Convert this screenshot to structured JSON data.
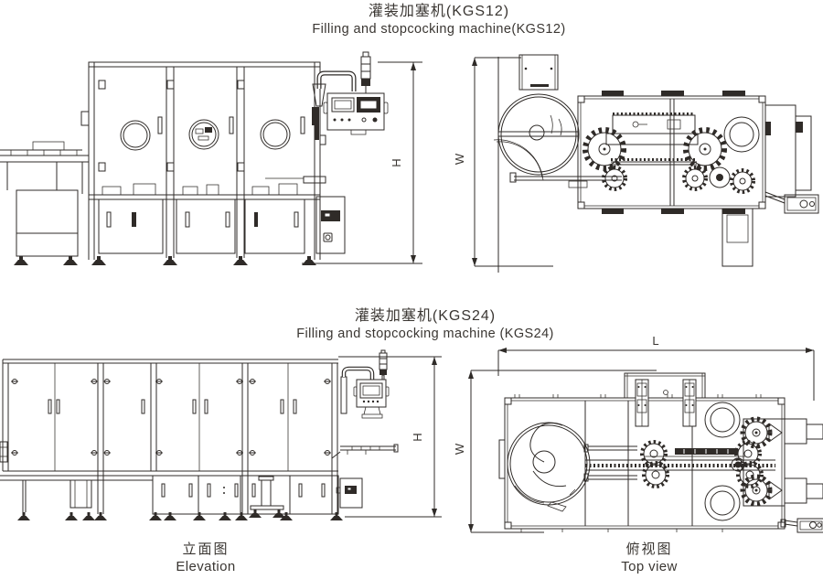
{
  "titles": {
    "kgs12": {
      "zh": "灌装加塞机(KGS12)",
      "en": "Filling and stopcocking machine(KGS12)"
    },
    "kgs24": {
      "zh": "灌装加塞机(KGS24)",
      "en": "Filling and stopcocking machine (KGS24)"
    }
  },
  "captions": {
    "elevation": {
      "zh": "立面图",
      "en": "Elevation"
    },
    "top_view": {
      "zh": "俯视图",
      "en": "Top view"
    }
  },
  "dimension_labels": {
    "height": "H",
    "width": "W",
    "length": "L"
  },
  "colors": {
    "line": "#2f2b28",
    "background": "#ffffff"
  }
}
